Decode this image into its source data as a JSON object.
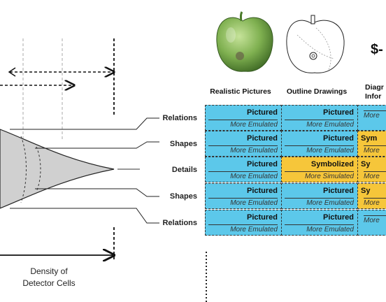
{
  "row_labels": [
    "Relations",
    "Shapes",
    "Details",
    "Shapes",
    "Relations"
  ],
  "axis_caption_line1": "Density of",
  "axis_caption_line2": "Detector Cells",
  "symbol_text": "$-",
  "columns": [
    {
      "header": "Realistic Pictures",
      "image": "realistic-apple"
    },
    {
      "header": "Outline Drawings",
      "image": "outline-apple"
    },
    {
      "header": "Diagr Infor",
      "image": "dollar-symbol"
    }
  ],
  "colors": {
    "pictured": "#5cc8ea",
    "symbolized": "#f6c63a",
    "funnel": "#d0d0d0"
  },
  "grid": [
    [
      {
        "main": "Pictured",
        "sub": "More Emulated",
        "type": "pictured"
      },
      {
        "main": "Pictured",
        "sub": "More Emulated",
        "type": "pictured"
      },
      {
        "main": "",
        "sub": "More",
        "type": "pictured"
      }
    ],
    [
      {
        "main": "Pictured",
        "sub": "More Emulated",
        "type": "pictured"
      },
      {
        "main": "Pictured",
        "sub": "More Emulated",
        "type": "pictured"
      },
      {
        "main": "Sym",
        "sub": "More",
        "type": "symbolized"
      }
    ],
    [
      {
        "main": "Pictured",
        "sub": "More Emulated",
        "type": "pictured"
      },
      {
        "main": "Symbolized",
        "sub": "More Simulated",
        "type": "symbolized"
      },
      {
        "main": "Sy",
        "sub": "More",
        "type": "symbolized"
      }
    ],
    [
      {
        "main": "Pictured",
        "sub": "More Emulated",
        "type": "pictured"
      },
      {
        "main": "Pictured",
        "sub": "More Emulated",
        "type": "pictured"
      },
      {
        "main": "Sy",
        "sub": "More",
        "type": "symbolized"
      }
    ],
    [
      {
        "main": "Pictured",
        "sub": "More Emulated",
        "type": "pictured"
      },
      {
        "main": "Pictured",
        "sub": "More Emulated",
        "type": "pictured"
      },
      {
        "main": "",
        "sub": "More",
        "type": "pictured"
      }
    ]
  ]
}
